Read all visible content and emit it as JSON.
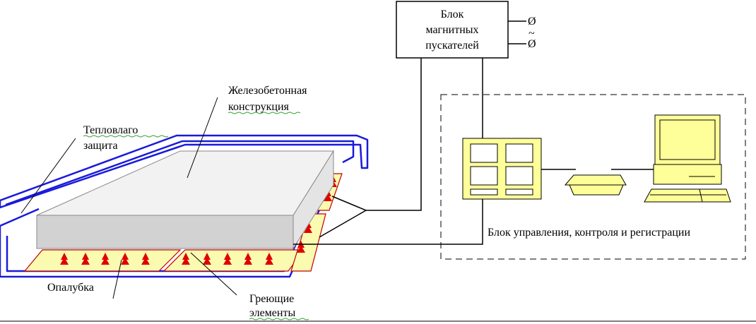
{
  "labels": {
    "magnetic_block_line1": "Блок",
    "magnetic_block_line2": "магнитных",
    "magnetic_block_line3": "пускателей",
    "concrete_line1": "Железобетонная",
    "concrete_line2": "конструкция",
    "thermal_line1": "Тепловлаго",
    "thermal_line2": "защита",
    "formwork": "Опалубка",
    "heating_line1": "Греющие",
    "heating_line2": "элементы",
    "control_block": "Блок управления, контроля и регистрации"
  },
  "terminal_symbols": {
    "phase_top": "Ø",
    "ac": "~",
    "phase_bottom": "Ø"
  },
  "colors": {
    "protection": "#1a1adc",
    "heating_pad": "#fafab0",
    "heating_arrow": "#e00000",
    "heating_border": "#c00000",
    "equipment_fill": "#ffff99",
    "concrete_top": "#f2f2f2",
    "concrete_side": "#d2d2d2"
  }
}
